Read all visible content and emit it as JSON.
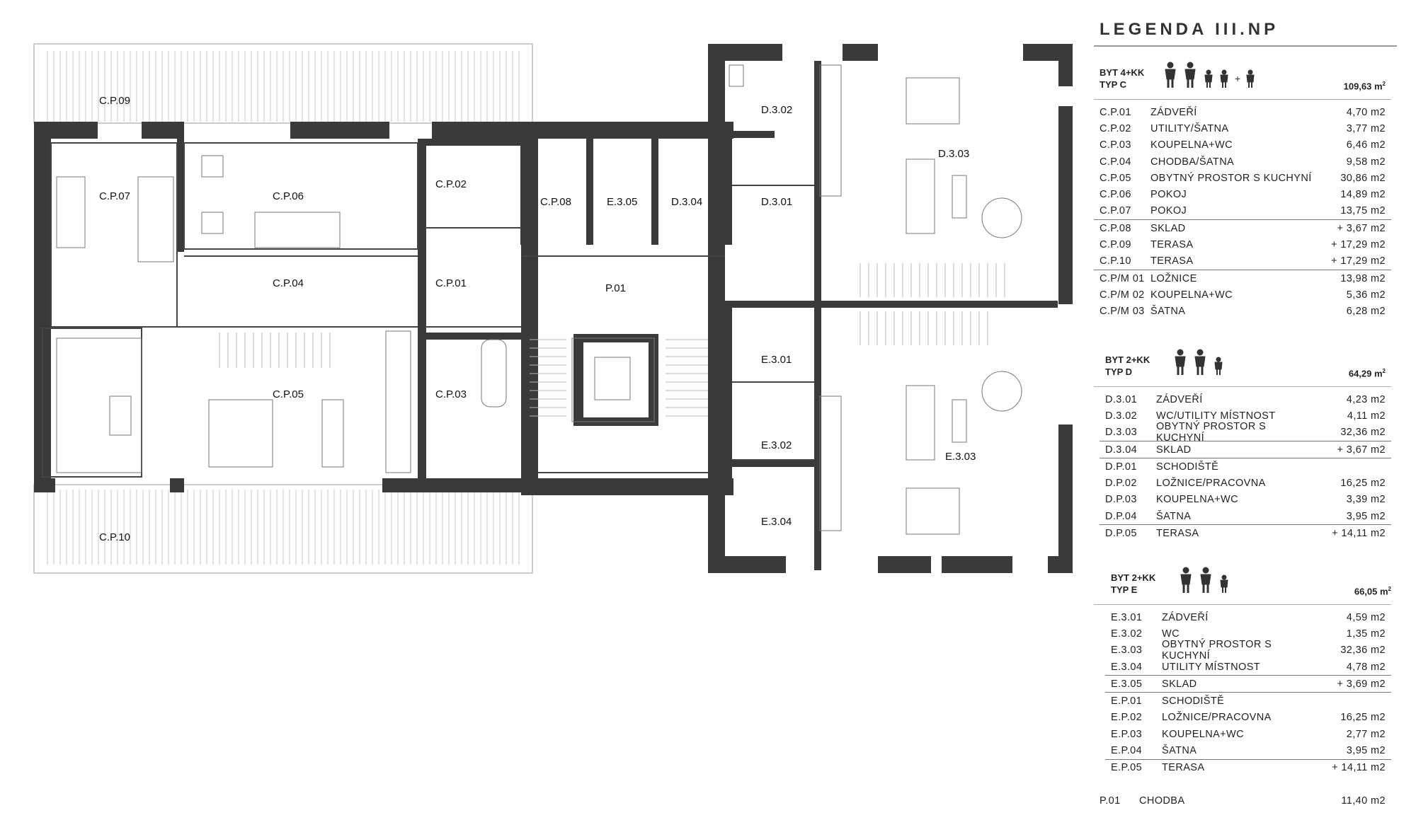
{
  "legend_title": "LEGENDA III.NP",
  "rooms": {
    "cp09": "C.P.09",
    "cp07": "C.P.07",
    "cp06": "C.P.06",
    "cp02": "C.P.02",
    "cp08": "C.P.08",
    "e305": "E.3.05",
    "d304": "D.3.04",
    "d302": "D.3.02",
    "d303": "D.3.03",
    "d301": "D.3.01",
    "cp04": "C.P.04",
    "cp01": "C.P.01",
    "p01": "P.01",
    "cp05": "C.P.05",
    "cp03": "C.P.03",
    "e301": "E.3.01",
    "e302": "E.3.02",
    "e303": "E.3.03",
    "e304": "E.3.04",
    "cp10": "C.P.10"
  },
  "units": [
    {
      "title1": "BYT 4+KK",
      "title2": "TYP C",
      "area": "109,63 m",
      "area_sup": "2",
      "icons": "2 adults, 3 children",
      "rows": [
        {
          "code": "C.P.01",
          "name": "ZÁDVEŘÍ",
          "area": "4,70 m2"
        },
        {
          "code": "C.P.02",
          "name": "UTILITY/ŠATNA",
          "area": "3,77 m2"
        },
        {
          "code": "C.P.03",
          "name": "KOUPELNA+WC",
          "area": "6,46 m2"
        },
        {
          "code": "C.P.04",
          "name": "CHODBA/ŠATNA",
          "area": "9,58 m2"
        },
        {
          "code": "C.P.05",
          "name": "OBYTNÝ PROSTOR S KUCHYNÍ",
          "area": "30,86 m2"
        },
        {
          "code": "C.P.06",
          "name": "POKOJ",
          "area": "14,89 m2"
        },
        {
          "code": "C.P.07",
          "name": "POKOJ",
          "area": "13,75 m2"
        },
        {
          "code": "C.P.08",
          "name": "SKLAD",
          "area": "+ 3,67 m2"
        },
        {
          "code": "C.P.09",
          "name": "TERASA",
          "area": "+ 17,29 m2"
        },
        {
          "code": "C.P.10",
          "name": "TERASA",
          "area": "+ 17,29 m2"
        },
        {
          "code": "C.P/M 01",
          "name": "LOŽNICE",
          "area": "13,98 m2"
        },
        {
          "code": "C.P/M 02",
          "name": "KOUPELNA+WC",
          "area": "5,36 m2"
        },
        {
          "code": "C.P/M 03",
          "name": "ŠATNA",
          "area": "6,28 m2"
        }
      ]
    },
    {
      "title1": "BYT 2+KK",
      "title2": "TYP D",
      "area": "64,29 m",
      "area_sup": "2",
      "icons": "2 adults, 1 child",
      "rows": [
        {
          "code": "D.3.01",
          "name": "ZÁDVEŘÍ",
          "area": "4,23 m2"
        },
        {
          "code": "D.3.02",
          "name": "WC/UTILITY MÍSTNOST",
          "area": "4,11 m2"
        },
        {
          "code": "D.3.03",
          "name": "OBYTNÝ PROSTOR S KUCHYNÍ",
          "area": "32,36 m2"
        },
        {
          "code": "D.3.04",
          "name": "SKLAD",
          "area": "+ 3,67 m2"
        },
        {
          "code": "D.P.01",
          "name": "SCHODIŠTĚ",
          "area": ""
        },
        {
          "code": "D.P.02",
          "name": "LOŽNICE/PRACOVNA",
          "area": "16,25 m2"
        },
        {
          "code": "D.P.03",
          "name": "KOUPELNA+WC",
          "area": "3,39 m2"
        },
        {
          "code": "D.P.04",
          "name": "ŠATNA",
          "area": "3,95 m2"
        },
        {
          "code": "D.P.05",
          "name": "TERASA",
          "area": "+ 14,11 m2"
        }
      ]
    },
    {
      "title1": "BYT 2+KK",
      "title2": "TYP E",
      "area": "66,05 m",
      "area_sup": "2",
      "icons": "2 adults, 1 child",
      "rows": [
        {
          "code": "E.3.01",
          "name": "ZÁDVEŘÍ",
          "area": "4,59 m2"
        },
        {
          "code": "E.3.02",
          "name": "WC",
          "area": "1,35 m2"
        },
        {
          "code": "E.3.03",
          "name": "OBYTNÝ PROSTOR S KUCHYNÍ",
          "area": "32,36 m2"
        },
        {
          "code": "E.3.04",
          "name": "UTILITY MÍSTNOST",
          "area": "4,78 m2"
        },
        {
          "code": "E.3.05",
          "name": "SKLAD",
          "area": "+ 3,69 m2"
        },
        {
          "code": "E.P.01",
          "name": "SCHODIŠTĚ",
          "area": ""
        },
        {
          "code": "E.P.02",
          "name": "LOŽNICE/PRACOVNA",
          "area": "16,25 m2"
        },
        {
          "code": "E.P.03",
          "name": "KOUPELNA+WC",
          "area": "2,77 m2"
        },
        {
          "code": "E.P.04",
          "name": "ŠATNA",
          "area": "3,95 m2"
        },
        {
          "code": "E.P.05",
          "name": "TERASA",
          "area": "+ 14,11 m2"
        }
      ]
    }
  ],
  "corridor": {
    "code": "P.01",
    "name": "CHODBA",
    "area": "11,40 m2"
  }
}
